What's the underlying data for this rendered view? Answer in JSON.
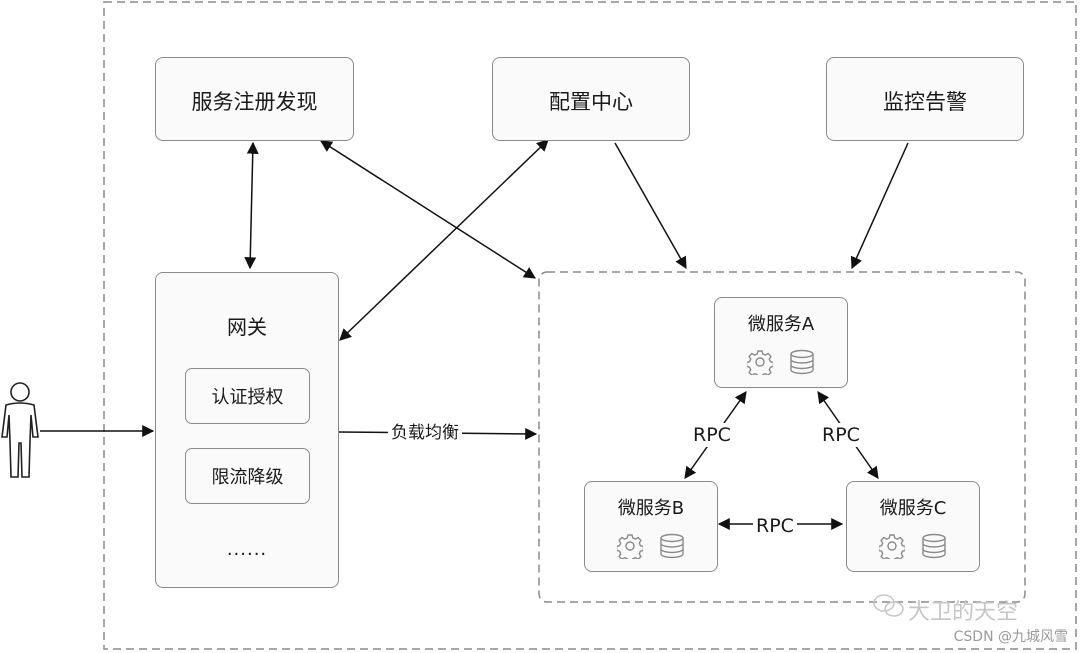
{
  "nodes": {
    "registry": "服务注册发现",
    "config_center": "配置中心",
    "monitoring": "监控告警",
    "gateway": {
      "title": "网关",
      "auth": "认证授权",
      "rate_limit": "限流降级",
      "more": "......"
    },
    "service_a": "微服务A",
    "service_b": "微服务B",
    "service_c": "微服务C"
  },
  "edges": {
    "load_balance": "负载均衡",
    "rpc_left": "RPC",
    "rpc_right": "RPC",
    "rpc_bottom": "RPC"
  },
  "icons": {
    "user": "user-icon",
    "gear": "gear-icon",
    "database": "database-icon",
    "wechat": "wechat-icon"
  },
  "watermark": {
    "main": "大卫的天空",
    "csdn": "CSDN @九城风雪"
  }
}
